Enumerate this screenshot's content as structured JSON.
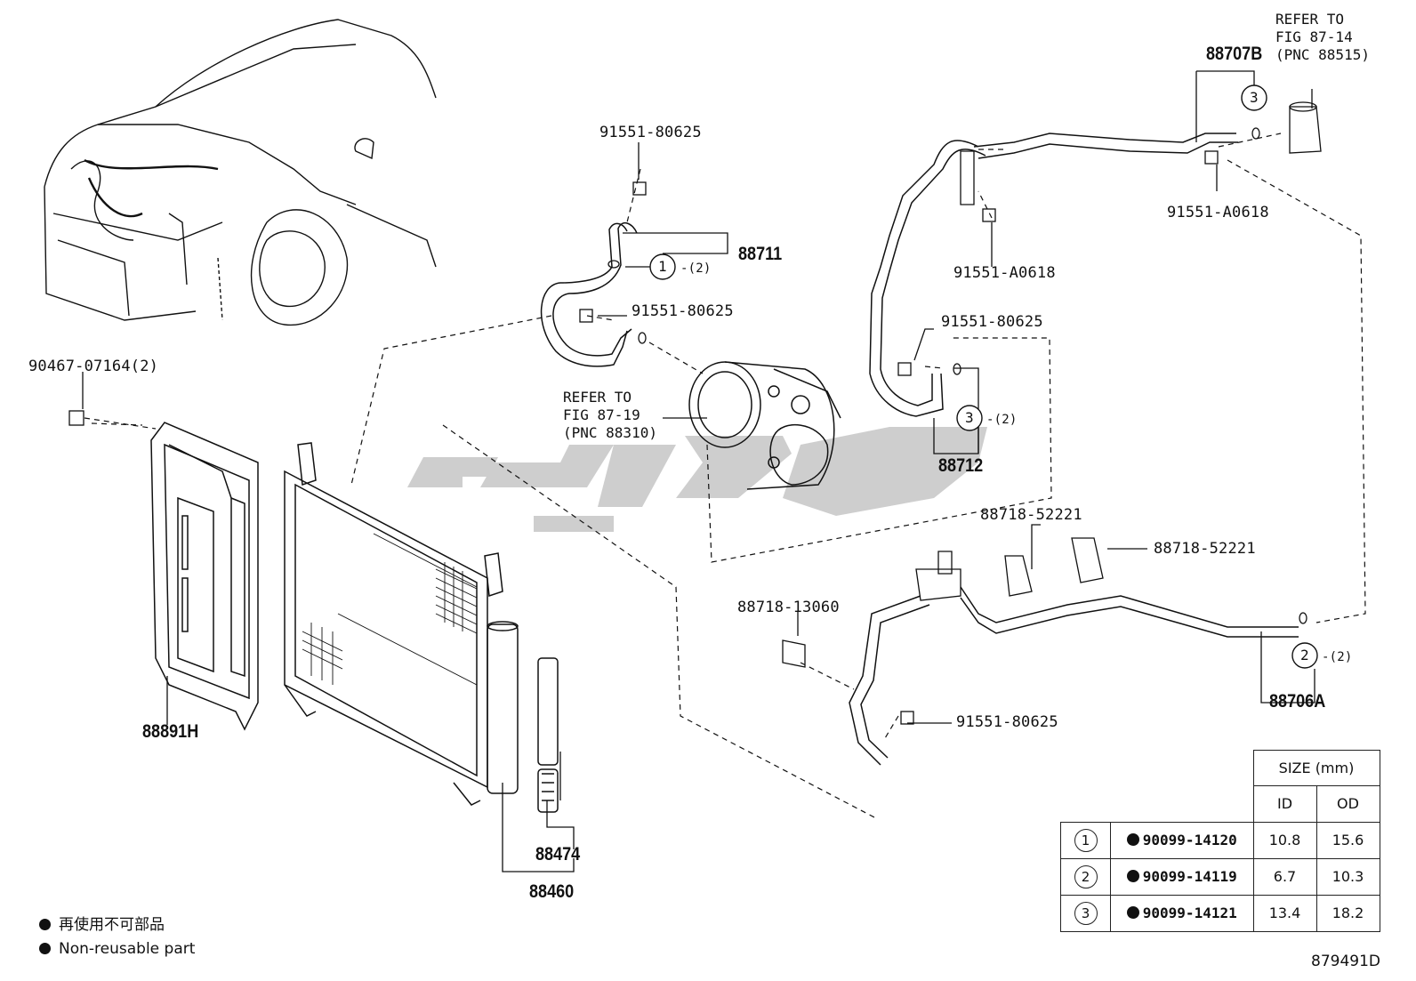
{
  "labels": {
    "bolt_88711_top": "91551-80625",
    "bolt_88711_mid": "91551-80625",
    "bolt_88712": "91551-80625",
    "bolt_a0618_mid": "91551-A0618",
    "bolt_a0618_right": "91551-A0618",
    "bolt_lower": "91551-80625",
    "clip_right_upper": "88718-52221",
    "clip_right": "88718-52221",
    "clip_lower": "88718-13060",
    "clip_left": "90467-07164(2)",
    "oring_1_qty": "-(2)",
    "oring_3_qty": "-(2)",
    "oring_2_qty": "-(2)"
  },
  "pnc": {
    "p88711": "88711",
    "p88712": "88712",
    "p88707B": "88707B",
    "p88706A": "88706A",
    "p88891H": "88891H",
    "p88460": "88460",
    "p88474": "88474"
  },
  "refs": {
    "compressor": "REFER TO\nFIG 87-19\n(PNC 88310)",
    "expansion_valve": "REFER TO\nFIG 87-14\n(PNC 88515)"
  },
  "callouts": {
    "c1": "1",
    "c2": "2",
    "c3": "3",
    "c3b": "3"
  },
  "size_table": {
    "header": "SIZE (mm)",
    "col_id": "ID",
    "col_od": "OD",
    "rows": [
      {
        "no": "1",
        "part": "90099-14120",
        "id": "10.8",
        "od": "15.6"
      },
      {
        "no": "2",
        "part": "90099-14119",
        "id": "6.7",
        "od": "10.3"
      },
      {
        "no": "3",
        "part": "90099-14121",
        "id": "13.4",
        "od": "18.2"
      }
    ]
  },
  "legend": {
    "line1": "再使用不可部品",
    "line2": "Non-reusable part"
  },
  "illustration_code": "879491D",
  "colors": {
    "line": "#111111",
    "watermark": "#c8c8c8"
  }
}
